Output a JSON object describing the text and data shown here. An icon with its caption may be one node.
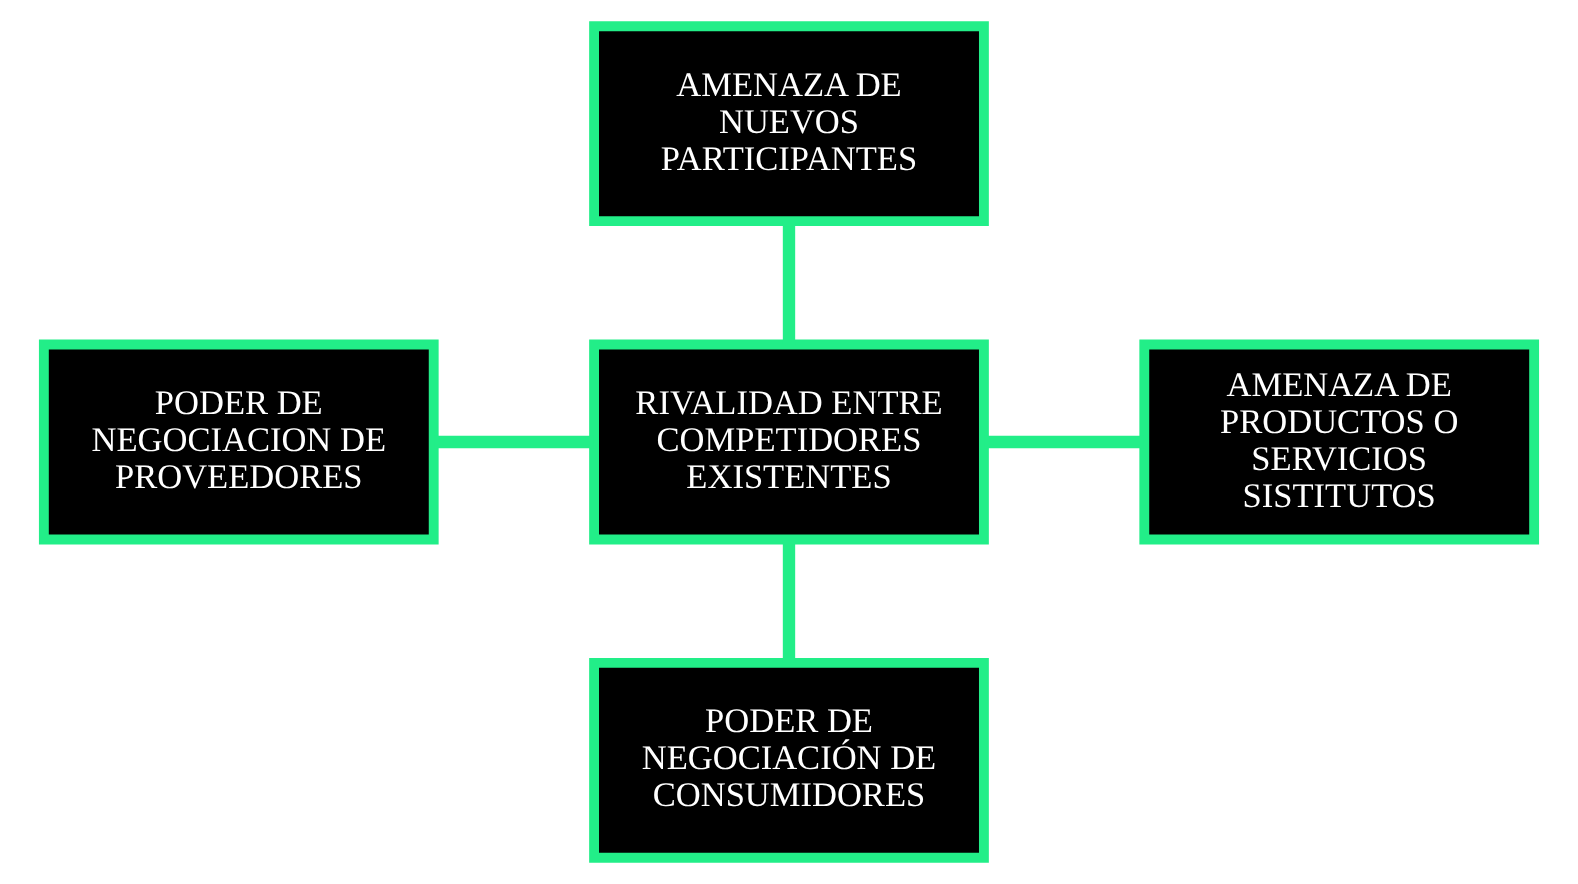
{
  "diagram": {
    "nodes": [
      {
        "text": [
          "AMENAZA DE NUEVOS PARTICIPANTES"
        ]
      },
      {
        "text": [
          "PODER DE NEGOCIACION DE PROVEEDORES"
        ]
      },
      {
        "text": [
          "RIVALIDAD ENTRE COMPETIDORES EXISTENTES"
        ]
      },
      {
        "text": [
          "AMENAZA DE PRODUCTOS O SERVICIOS SISTITUTOS"
        ]
      },
      {
        "text": [
          "PODER DE NEGOCIACIÓN DE CONSUMIDORES"
        ]
      }
    ],
    "edges": [
      {
        "from": 0,
        "to": 2,
        "arrow": "none"
      },
      {
        "from": 1,
        "to": 2,
        "arrow": "none"
      },
      {
        "from": 2,
        "to": 3,
        "arrow": "none"
      },
      {
        "from": 2,
        "to": 4,
        "arrow": "none"
      }
    ]
  }
}
